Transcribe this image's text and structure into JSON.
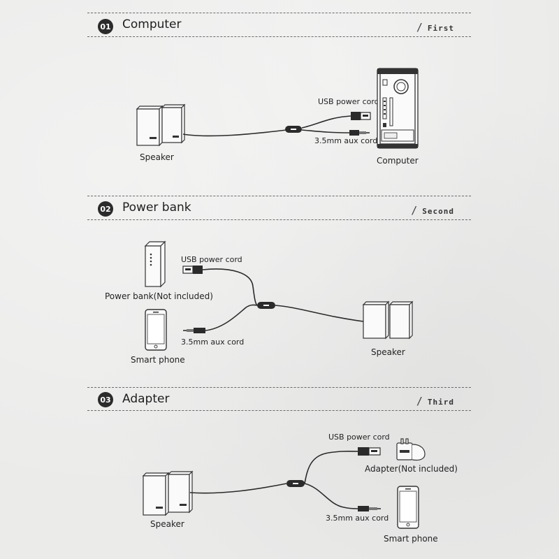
{
  "sections": [
    {
      "number": "01",
      "title": "Computer",
      "order": "First",
      "labels": {
        "usb": "USB power cord",
        "aux": "3.5mm aux cord",
        "speaker": "Speaker",
        "device": "Computer"
      }
    },
    {
      "number": "02",
      "title": "Power bank",
      "order": "Second",
      "labels": {
        "usb": "USB power cord",
        "aux": "3.5mm aux cord",
        "source1": "Power bank(Not included)",
        "source2": "Smart phone",
        "speaker": "Speaker"
      }
    },
    {
      "number": "03",
      "title": "Adapter",
      "order": "Third",
      "labels": {
        "usb": "USB power cord",
        "aux": "3.5mm aux cord",
        "adapter": "Adapter(Not included)",
        "speaker": "Speaker",
        "phone": "Smart phone"
      }
    }
  ]
}
